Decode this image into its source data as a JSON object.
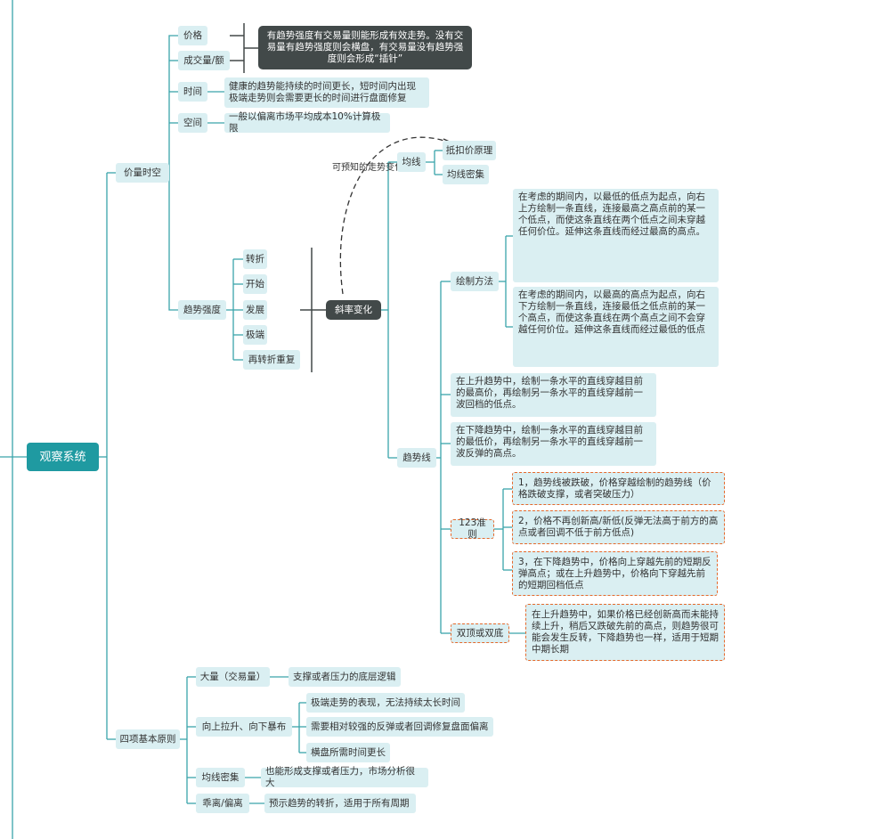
{
  "root": "观察系统",
  "price_space": {
    "label": "价量时空",
    "price": "价格",
    "volume": "成交量/额",
    "pv_note": "有趋势强度有交易量则能形成有效走势。没有交易量有趋势强度则会横盘，有交易量没有趋势强度则会形成“插针”",
    "time": "时间",
    "time_note": "健康的趋势能持续的时间更长，短时间内出现极端走势则会需要更长的时间进行盘面修复",
    "space": "空间",
    "space_note": "一般以偏离市场平均成本10%计算极限",
    "trend_strength": "趋势强度",
    "phases": [
      "转折",
      "开始",
      "发展",
      "极端",
      "再转折重复"
    ],
    "slope": "斜率变化",
    "predictable": "可预知的走势变化",
    "ma": "均线",
    "ma_items": [
      "抵扣价原理",
      "均线密集"
    ],
    "draw_method": "绘制方法",
    "draw_up": "在考虑的期间内，以最低的低点为起点，向右上方绘制一条直线，连接最高之高点前的某一个低点，而使这条直线在两个低点之间未穿越任何价位。延伸这条直线而经过最高的高点。",
    "draw_down": "在考虑的期间内，以最高的高点为起点，向右下方绘制一条直线，连接最低之低点前的某一个高点，而使这条直线在两个高点之间不会穿越任何价位。延伸这条直线而经过最低的低点",
    "up_note": "在上升趋势中，绘制一条水平的直线穿越目前的最高价，再绘制另一条水平的直线穿越前一波回档的低点。",
    "down_note": "在下降趋势中，绘制一条水平的直线穿越目前的最低价，再绘制另一条水平的直线穿越前一波反弹的高点。",
    "trendline": "趋势线",
    "rule123": "123准则",
    "rule1": "1，趋势线被跌破，价格穿越绘制的趋势线（价格跌破支撑，或者突破压力）",
    "rule2": "2，价格不再创新高/新低(反弹无法高于前方的高点或者回调不低于前方低点)",
    "rule3": "3，在下降趋势中，价格向上穿越先前的短期反弹高点；或在上升趋势中，价格向下穿越先前的短期回档低点",
    "double": "双顶或双底",
    "double_note": "在上升趋势中，如果价格已经创新高而未能持续上升，稍后又跌破先前的高点，则趋势很可能会发生反转，下降趋势也一样，适用于短期中期长期"
  },
  "four": {
    "label": "四项基本原则",
    "vol": "大量（交易量）",
    "vol_note": "支撑或者压力的底层逻辑",
    "pull": "向上拉升、向下暴布",
    "pull_notes": [
      "极端走势的表现，无法持续太长时间",
      "需要相对较强的反弹或者回调修复盘面偏离",
      "横盘所需时间更长"
    ],
    "ma_dense": "均线密集",
    "ma_dense_note": "也能形成支撑或者压力，市场分析很大",
    "diverge": "乖离/偏离",
    "diverge_note": "预示趋势的转折，适用于所有周期"
  },
  "colors": {
    "line": "#3aa4ab",
    "root": "#1f9aa1",
    "node": "#daeff2",
    "dark": "#424949",
    "dashed": "#e5692c"
  }
}
